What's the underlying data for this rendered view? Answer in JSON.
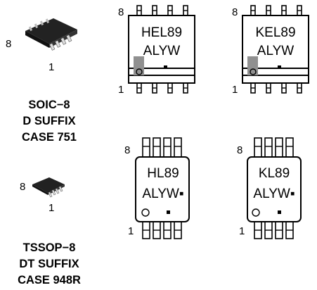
{
  "soic": {
    "label_lines": [
      "SOIC−8",
      "D SUFFIX",
      "CASE 751"
    ],
    "photo_pin_8": "8",
    "photo_pin_1": "1",
    "markings": [
      {
        "line1": "HEL89",
        "line2": "ALYW",
        "pin_8": "8",
        "pin_1": "1"
      },
      {
        "line1": "KEL89",
        "line2": "ALYW",
        "pin_8": "8",
        "pin_1": "1"
      }
    ]
  },
  "tssop": {
    "label_lines": [
      "TSSOP−8",
      "DT SUFFIX",
      "CASE 948R"
    ],
    "photo_pin_8": "8",
    "photo_pin_1": "1",
    "markings": [
      {
        "line1": "HL89",
        "line2": "ALYW▪",
        "pin_8": "8",
        "pin_1": "1"
      },
      {
        "line1": "KL89",
        "line2": "ALYW▪",
        "pin_8": "8",
        "pin_1": "1"
      }
    ]
  }
}
